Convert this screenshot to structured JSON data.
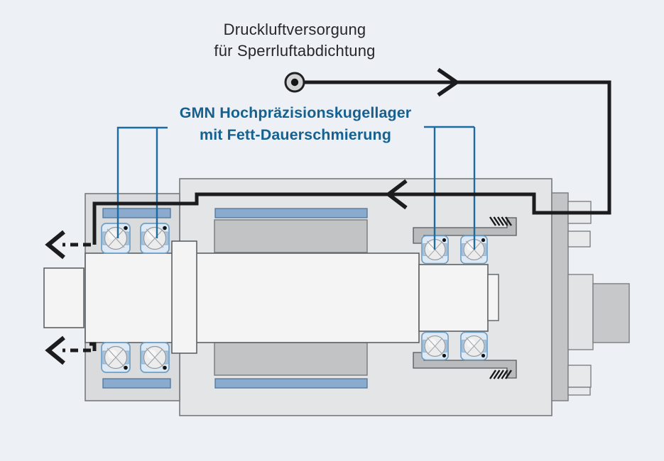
{
  "page": {
    "background_color": "#edf1f6"
  },
  "annotations": {
    "air_supply": {
      "line1": "Druckluftversorgung",
      "line2": "für Sperrluftabdichtung"
    },
    "bearing_note": {
      "line1": "GMN Hochpräzisionskugellager",
      "line2": "mit Fett-Dauerschmierung"
    }
  },
  "colors": {
    "label_text_dark": "#26262c",
    "label_text_blue": "#16618f",
    "leader_line_blue": "#1d6ba3",
    "air_line_black": "#1c1c1e",
    "housing_gray": "#e4e5e6",
    "front_block_gray": "#d9dbdc",
    "stator_gray": "#c2c3c4",
    "rear_flange_gray": "#c2c4c5",
    "cartridge_gray": "#b9bbbc",
    "cooling_bar_blue": "#8aabce",
    "bearing_fill_blue": "#dde9f4",
    "bearing_border_blue": "#6f9ec4",
    "shaft_white": "#f4f4f5",
    "connector_fill": "#d3d4d5"
  },
  "parts": [
    "compressed-air-connector",
    "sealing-air-line",
    "sealing-air-exit-arrows",
    "front-bearing-pair",
    "rear-bearing-pair",
    "spring-preload-symbol",
    "spindle-shaft",
    "shaft-collar",
    "motor-stator",
    "cooling-bars",
    "spindle-housing",
    "front-housing-block",
    "front-nose",
    "rear-flange"
  ]
}
